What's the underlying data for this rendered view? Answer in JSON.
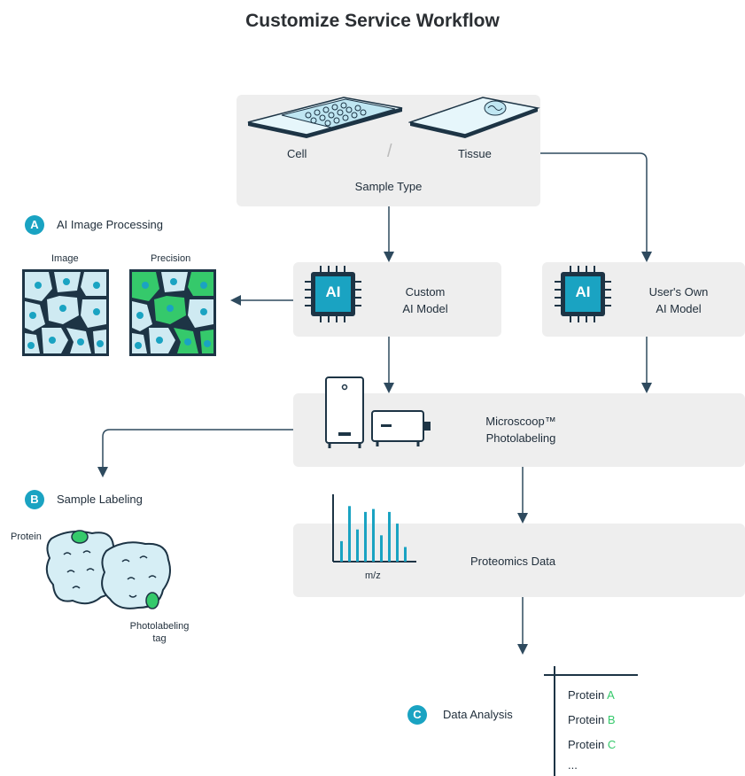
{
  "title": "Customize Service Workflow",
  "sample_type": {
    "cell": "Cell",
    "separator": "/",
    "tissue": "Tissue",
    "label": "Sample Type"
  },
  "section_a": {
    "badge": "A",
    "title": "AI Image Processing",
    "image_label": "Image",
    "precision_label": "Precision"
  },
  "custom_model": {
    "chip": "AI",
    "line1": "Custom",
    "line2": "AI Model"
  },
  "own_model": {
    "chip": "AI",
    "line1": "User's Own",
    "line2": "AI Model"
  },
  "photolabeling": {
    "line1": "Microscoop™",
    "line2": "Photolabeling"
  },
  "section_b": {
    "badge": "B",
    "title": "Sample Labeling",
    "protein_label": "Protein",
    "tag_line1": "Photolabeling",
    "tag_line2": "tag"
  },
  "proteomics": {
    "label": "Proteomics Data",
    "axis_label": "m/z",
    "spectrum": [
      0.35,
      0.95,
      0.55,
      0.85,
      0.9,
      0.45,
      0.85,
      0.65,
      0.25
    ]
  },
  "section_c": {
    "badge": "C",
    "title": "Data Analysis",
    "proteins": [
      {
        "name": "Protein",
        "letter": "A"
      },
      {
        "name": "Protein",
        "letter": "B"
      },
      {
        "name": "Protein",
        "letter": "C"
      }
    ],
    "more": "..."
  },
  "colors": {
    "accent": "#1aa3c2",
    "green": "#35c96b",
    "line": "#2e4a5e",
    "box": "#eeeeee"
  }
}
